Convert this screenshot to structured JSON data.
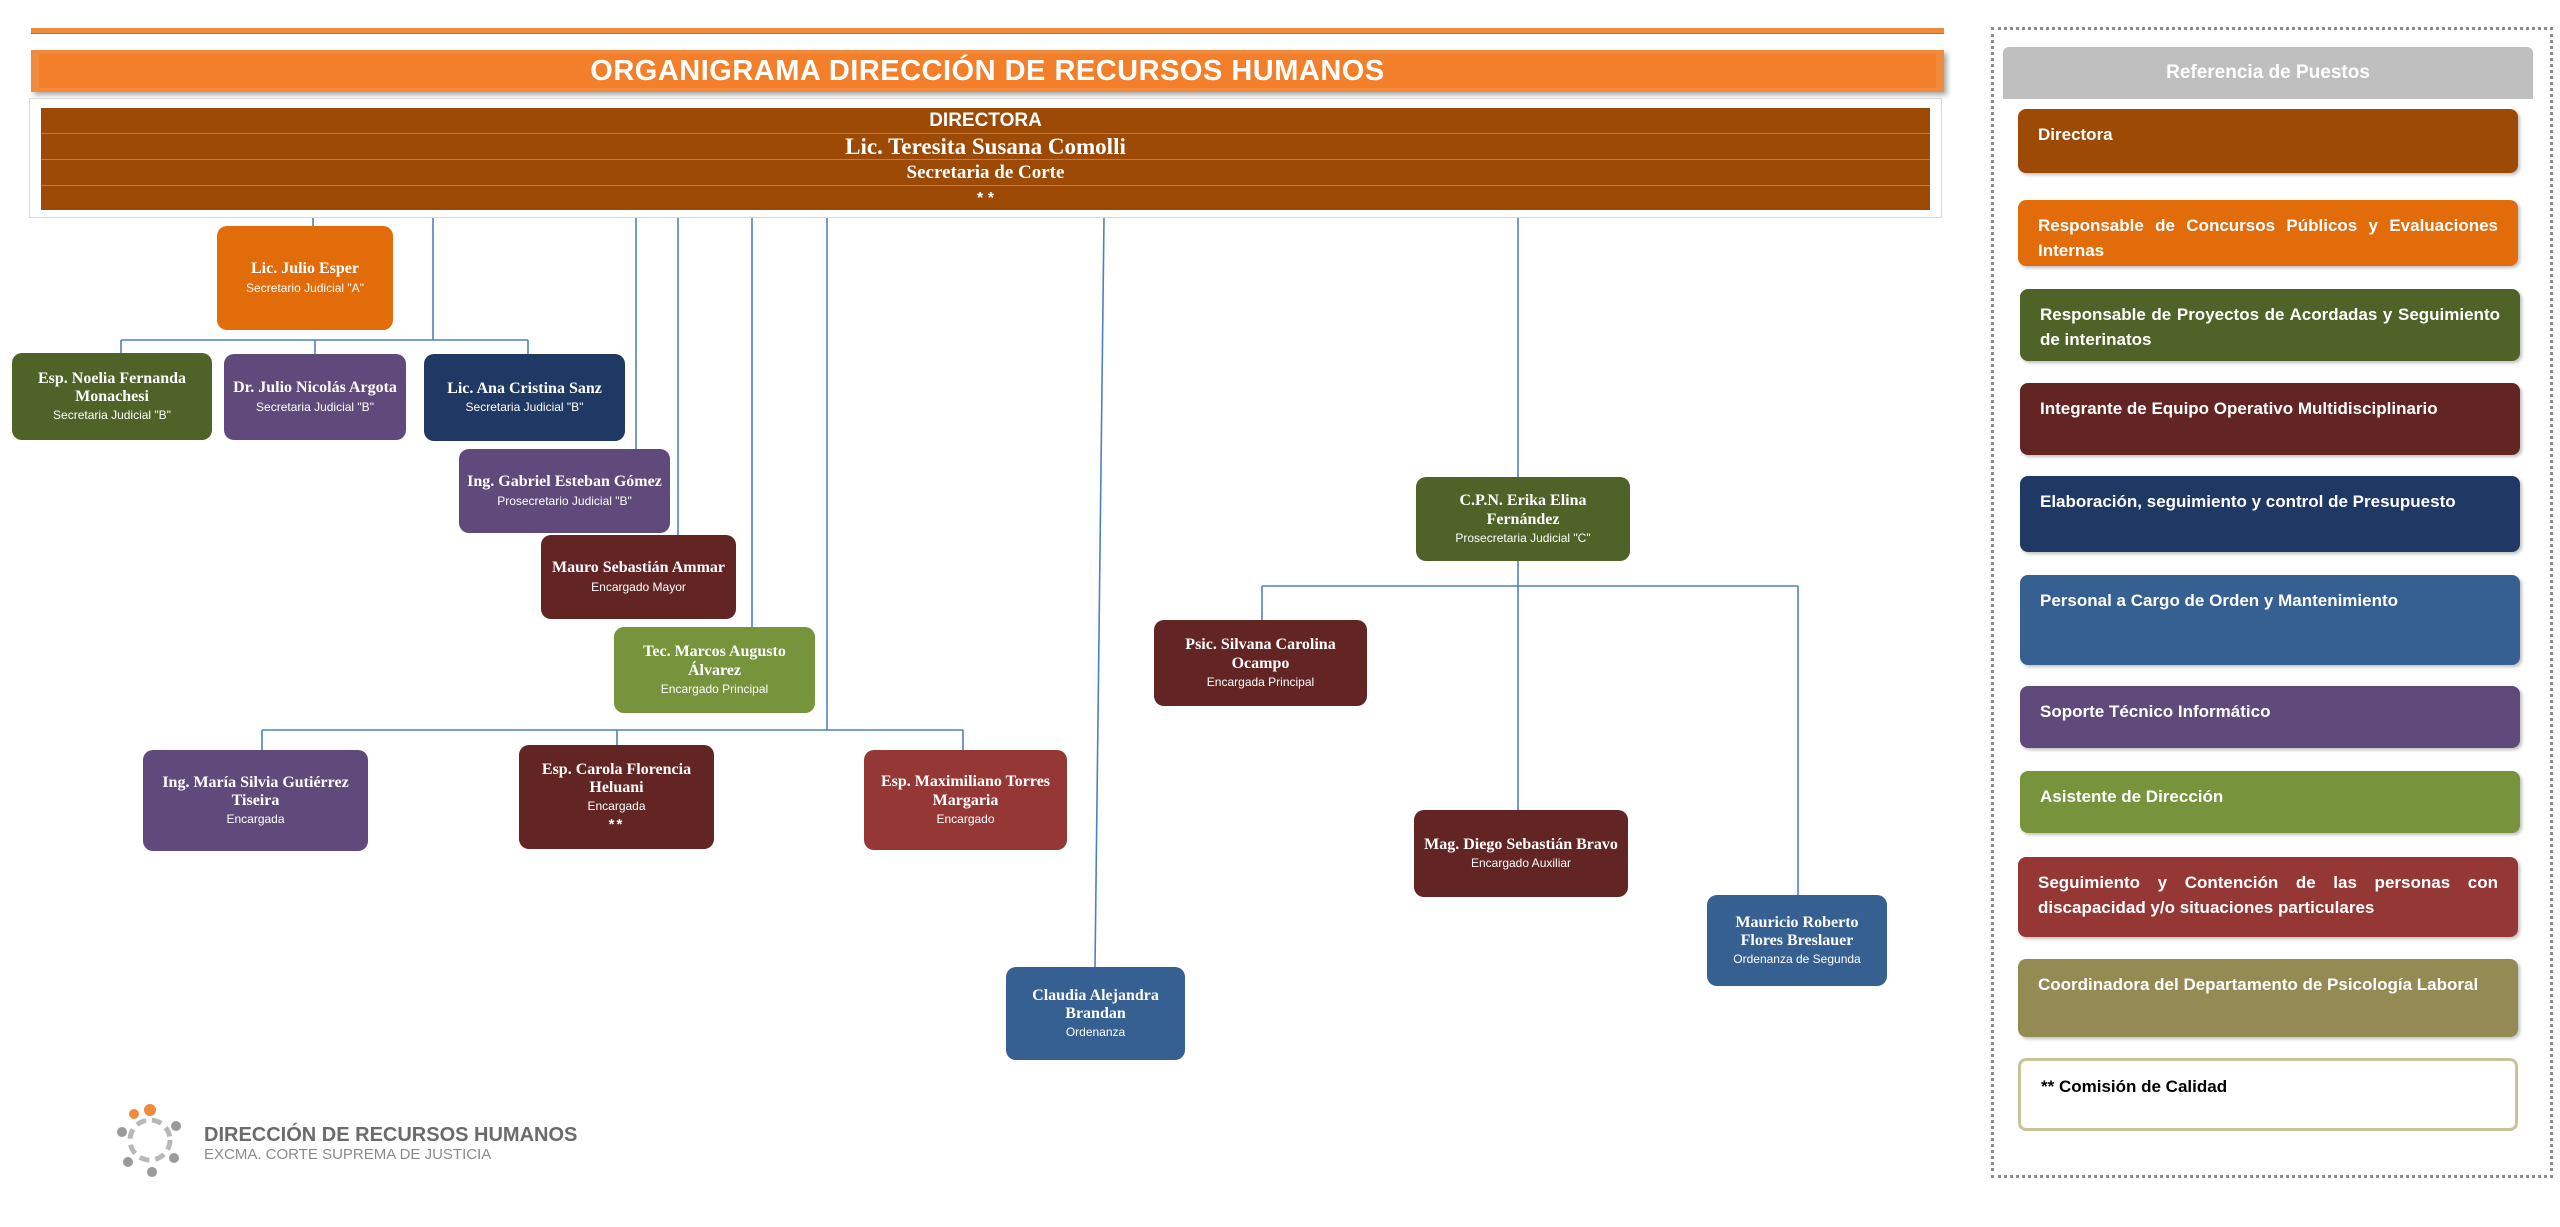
{
  "title": "ORGANIGRAMA DIRECCIÓN DE RECURSOS HUMANOS",
  "director": {
    "role": "DIRECTORA",
    "name": "Lic. Teresita Susana Comolli",
    "position": "Secretaria de Corte",
    "mark": "* *"
  },
  "nodes": [
    {
      "key": "esper",
      "name": "Lic. Julio Esper",
      "role": "Secretario Judicial \"A\"",
      "color": "#e36c0a"
    },
    {
      "key": "monachesi",
      "name": "Esp. Noelia Fernanda Monachesi",
      "role": "Secretaria Judicial \"B\"",
      "color": "#4f6228"
    },
    {
      "key": "argota",
      "name": "Dr. Julio Nicolás Argota",
      "role": "Secretaria Judicial \"B\"",
      "color": "#604a7b"
    },
    {
      "key": "sanz",
      "name": "Lic. Ana Cristina Sanz",
      "role": "Secretaria Judicial \"B\"",
      "color": "#1f3864"
    },
    {
      "key": "gomez",
      "name": "Ing. Gabriel Esteban Gómez",
      "role": "Prosecretario Judicial \"B\"",
      "color": "#604a7b"
    },
    {
      "key": "ammar",
      "name": "Mauro Sebastián Ammar",
      "role": "Encargado Mayor",
      "color": "#632523"
    },
    {
      "key": "alvarez",
      "name": "Tec. Marcos Augusto Álvarez",
      "role": "Encargado Principal",
      "color": "#77933c"
    },
    {
      "key": "tiseira",
      "name": "Ing. María Silvia Gutiérrez Tiseira",
      "role": "Encargada",
      "color": "#604a7b"
    },
    {
      "key": "heluani",
      "name": "Esp. Carola Florencia Heluani",
      "role": "Encargada",
      "extra": "**",
      "color": "#632523"
    },
    {
      "key": "margaria",
      "name": "Esp. Maximiliano Torres Margaria",
      "role": "Encargado",
      "color": "#953735"
    },
    {
      "key": "brandan",
      "name": "Claudia Alejandra Brandan",
      "role": "Ordenanza",
      "color": "#366092"
    },
    {
      "key": "fernandez",
      "name": "C.P.N. Erika Elina Fernández",
      "role": "Prosecretaria Judicial \"C\"",
      "color": "#4f6228"
    },
    {
      "key": "ocampo",
      "name": "Psic. Silvana Carolina Ocampo",
      "role": "Encargada Principal",
      "color": "#632523"
    },
    {
      "key": "bravo",
      "name": "Mag. Diego Sebastián Bravo",
      "role": "Encargado Auxiliar",
      "color": "#632523"
    },
    {
      "key": "breslauer",
      "name": "Mauricio Roberto Flores Breslauer",
      "role": "Ordenanza de Segunda",
      "color": "#366092"
    }
  ],
  "reference": {
    "title": "Referencia de Puestos",
    "items": [
      {
        "label": "Directora",
        "color": "#9c4a06"
      },
      {
        "label": "Responsable de Concursos Públicos y Evaluaciones Internas",
        "color": "#e36c0a"
      },
      {
        "label": "Responsable de Proyectos de Acordadas y Seguimiento de interinatos",
        "color": "#4f6228"
      },
      {
        "label": "Integrante de Equipo Operativo Multidisciplinario",
        "color": "#632523"
      },
      {
        "label": "Elaboración, seguimiento y control de Presupuesto",
        "color": "#1f3864"
      },
      {
        "label": "Personal a Cargo de Orden y Mantenimiento",
        "color": "#366092"
      },
      {
        "label": "Soporte Técnico Informático",
        "color": "#604a7b"
      },
      {
        "label": "Asistente de Dirección",
        "color": "#77933c"
      },
      {
        "label": "Seguimiento y Contención de las personas con discapacidad y/o situaciones particulares",
        "color": "#953735"
      },
      {
        "label": "Coordinadora del Departamento de Psicología Laboral",
        "color": "#948a54"
      },
      {
        "label": "** Comisión de Calidad",
        "color": ""
      }
    ]
  },
  "logo": {
    "title": "DIRECCIÓN DE RECURSOS HUMANOS",
    "subtitle": "EXCMA. CORTE SUPREMA DE JUSTICIA"
  },
  "colors": {
    "title_bar": "#f08a3c",
    "connector": "#4f81bd"
  }
}
